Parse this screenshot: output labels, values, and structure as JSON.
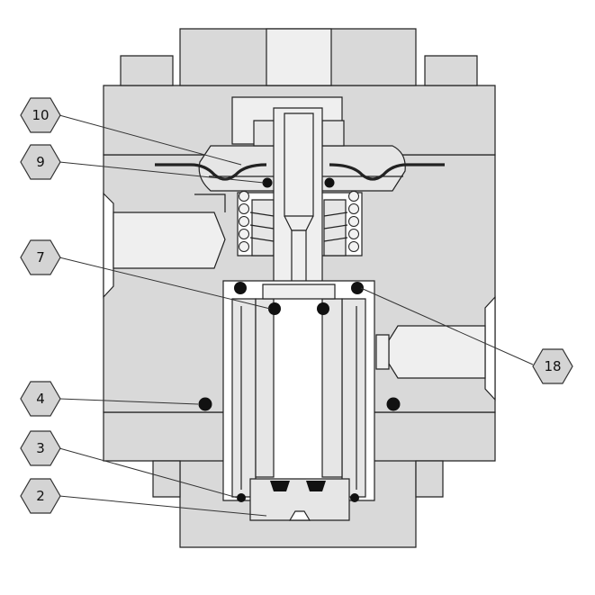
{
  "labels": [
    {
      "id": "10",
      "text": "10"
    },
    {
      "id": "9",
      "text": "9"
    },
    {
      "id": "7",
      "text": "7"
    },
    {
      "id": "18",
      "text": "18"
    },
    {
      "id": "4",
      "text": "4"
    },
    {
      "id": "3",
      "text": "3"
    },
    {
      "id": "2",
      "text": "2"
    }
  ],
  "colors": {
    "body": "#d9d9d9",
    "seal": "#111111",
    "badge": "#d4d4d4"
  }
}
